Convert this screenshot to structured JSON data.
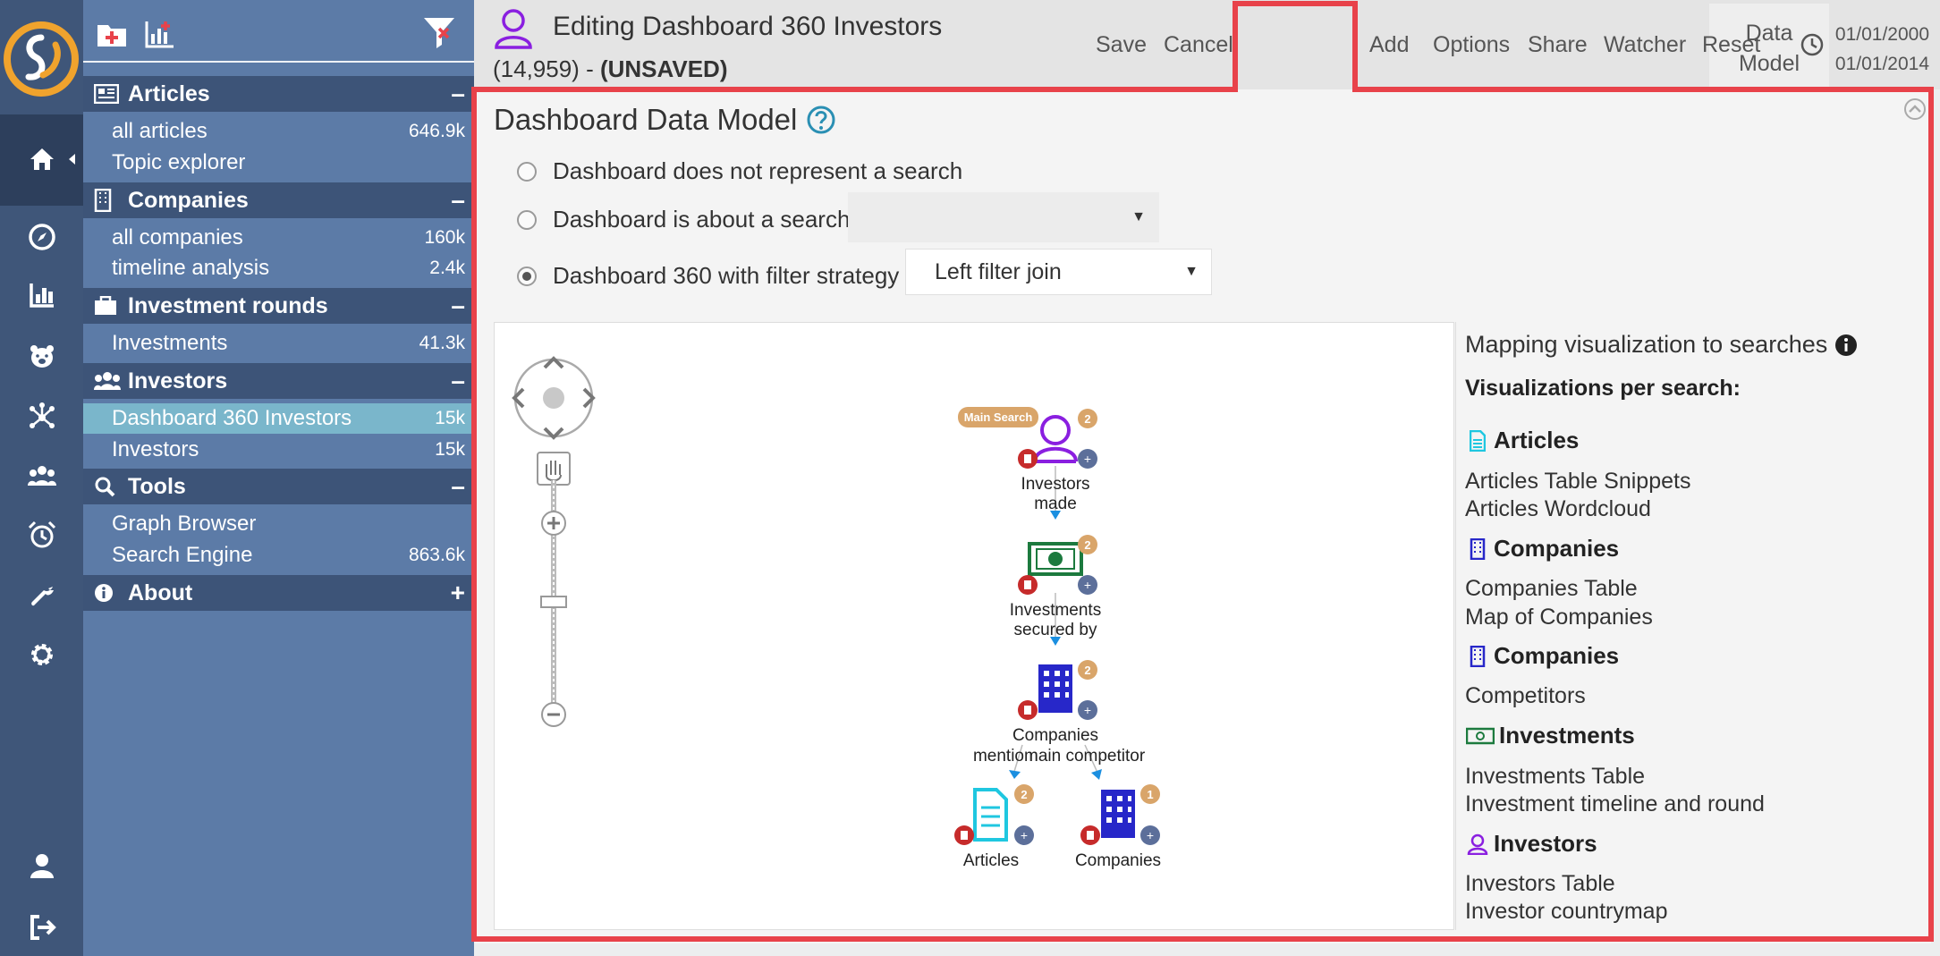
{
  "header": {
    "title": "Editing Dashboard 360 Investors",
    "subtitle_count": "(14,959) - ",
    "subtitle_status": "(UNSAVED)",
    "buttons": {
      "save": "Save",
      "cancel": "Cancel",
      "data_model_line1": "Data",
      "data_model_line2": "Model",
      "add": "Add",
      "options": "Options",
      "share": "Share",
      "watcher": "Watcher",
      "reset": "Reset"
    },
    "date_from": "01/01/2000",
    "date_to": "01/01/2014"
  },
  "sidebar": {
    "sections": [
      {
        "title": "Articles",
        "toggle": "–",
        "items": [
          {
            "label": "all articles",
            "count": "646.9k"
          },
          {
            "label": "Topic explorer",
            "count": ""
          }
        ]
      },
      {
        "title": "Companies",
        "toggle": "–",
        "items": [
          {
            "label": "all companies",
            "count": "160k"
          },
          {
            "label": "timeline analysis",
            "count": "2.4k"
          }
        ]
      },
      {
        "title": "Investment rounds",
        "toggle": "–",
        "items": [
          {
            "label": "Investments",
            "count": "41.3k"
          }
        ]
      },
      {
        "title": "Investors",
        "toggle": "–",
        "items": [
          {
            "label": "Dashboard 360 Investors",
            "count": "15k"
          },
          {
            "label": "Investors",
            "count": "15k"
          }
        ]
      },
      {
        "title": "Tools",
        "toggle": "–",
        "items": [
          {
            "label": "Graph Browser",
            "count": ""
          },
          {
            "label": "Search Engine",
            "count": "863.6k"
          }
        ]
      },
      {
        "title": "About",
        "toggle": "+",
        "items": []
      }
    ]
  },
  "main": {
    "heading": "Dashboard Data Model",
    "options": {
      "no_search": "Dashboard does not represent a search",
      "about_search": "Dashboard is about a search",
      "filter_strategy": "Dashboard 360 with filter strategy"
    },
    "about_search_value": "",
    "filter_strategy_value": "Left filter join"
  },
  "graph": {
    "main_search_badge": "Main Search",
    "nodes": [
      {
        "label1": "Investors",
        "label2": "made",
        "badge": "2"
      },
      {
        "label1": "Investments",
        "label2": "secured by",
        "badge": "2"
      },
      {
        "label1": "Companies",
        "label2": "",
        "badge": "2"
      },
      {
        "label1": "Articles",
        "label2": "",
        "badge": "2"
      },
      {
        "label1": "Companies",
        "label2": "",
        "badge": "1"
      }
    ],
    "edge_labels": {
      "left": "mentio",
      "right": "main competitor",
      "hidden": "n"
    }
  },
  "mapping": {
    "title": "Mapping visualization to searches",
    "subtitle": "Visualizations per search:",
    "groups": [
      {
        "name": "Articles",
        "color": "#1fc7e0",
        "items": [
          "Articles Table Snippets",
          "Articles Wordcloud"
        ]
      },
      {
        "name": "Companies",
        "color": "#2727c9",
        "items": [
          "Companies Table",
          "Map of Companies"
        ]
      },
      {
        "name": "Companies",
        "color": "#2727c9",
        "items": [
          "Competitors"
        ]
      },
      {
        "name": "Investments",
        "color": "#1c7a3e",
        "items": [
          "Investments Table",
          "Investment timeline and round"
        ]
      },
      {
        "name": "Investors",
        "color": "#8a1fe0",
        "items": [
          "Investors Table",
          "Investor countrymap"
        ]
      }
    ]
  },
  "colors": {
    "rail": "#3f5679",
    "panel": "#5c7ba7",
    "section": "#3d5478",
    "active_item": "#7ab6cb",
    "highlight": "#e8424a",
    "logo": "#f0a32d"
  }
}
